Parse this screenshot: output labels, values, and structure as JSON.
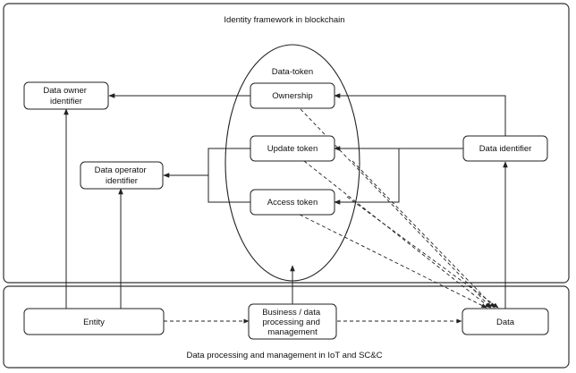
{
  "frames": {
    "top_title": "Identity framework in blockchain",
    "bottom_title": "Data processing and management in IoT and SC&C"
  },
  "ellipse_title": "Data-token",
  "nodes": {
    "data_owner_identifier": [
      "Data owner",
      "identifier"
    ],
    "data_operator_identifier": [
      "Data operator",
      "identifier"
    ],
    "ownership": [
      "Ownership"
    ],
    "update_token": [
      "Update token"
    ],
    "access_token": [
      "Access token"
    ],
    "data_identifier": [
      "Data identifier"
    ],
    "entity": [
      "Entity"
    ],
    "business": [
      "Business / data",
      "processing and",
      "management"
    ],
    "data": [
      "Data"
    ]
  }
}
